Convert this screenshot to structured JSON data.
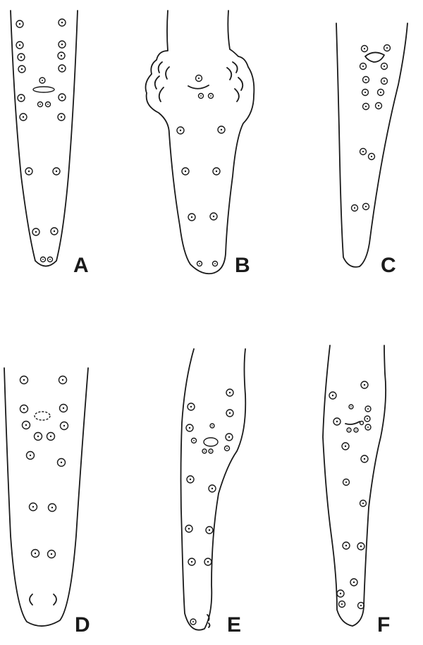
{
  "panels": [
    {
      "id": "A",
      "label": "A"
    },
    {
      "id": "B",
      "label": "B"
    },
    {
      "id": "C",
      "label": "C"
    },
    {
      "id": "D",
      "label": "D"
    },
    {
      "id": "E",
      "label": "E"
    },
    {
      "id": "F",
      "label": "F"
    }
  ],
  "line_color": "#1a1a1a",
  "background": "#ffffff"
}
